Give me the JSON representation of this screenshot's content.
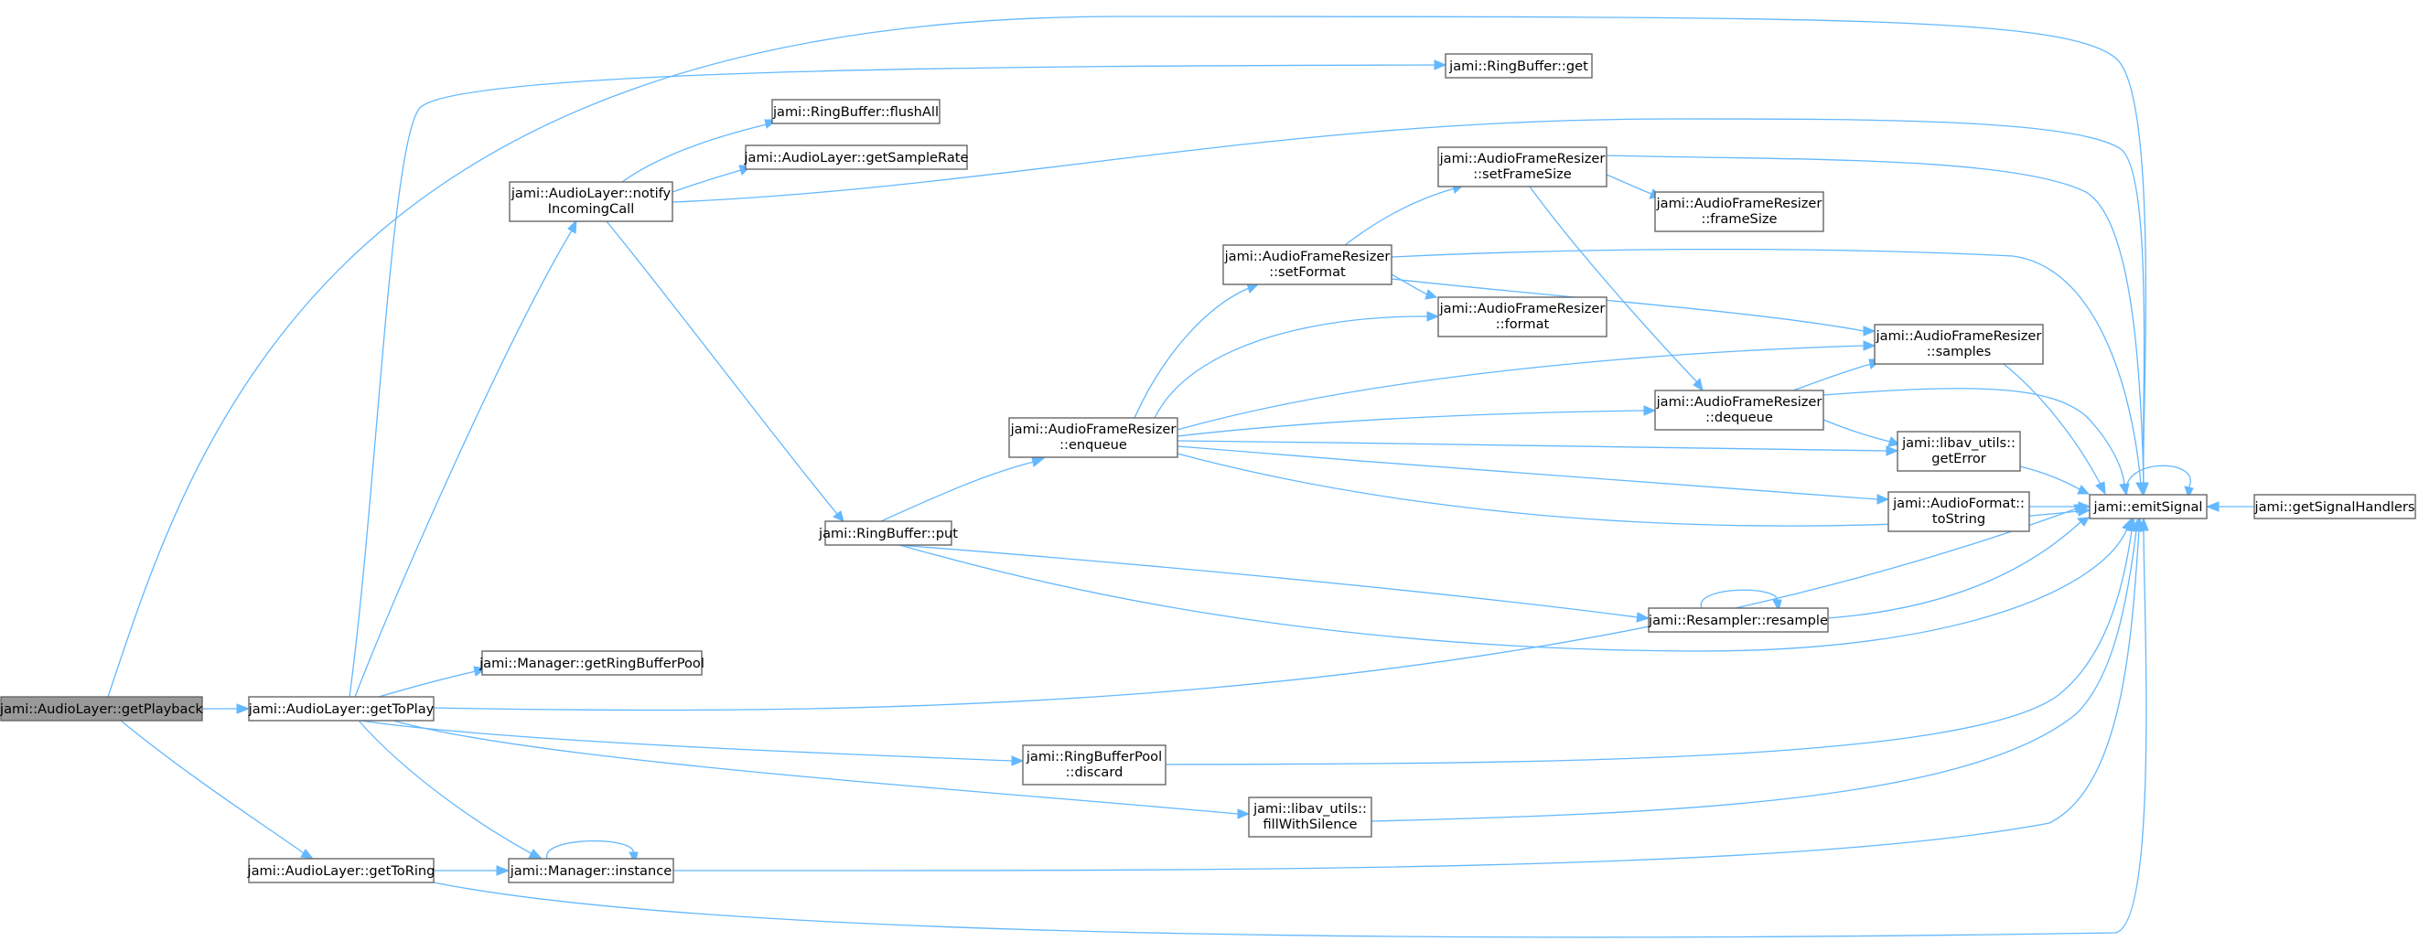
{
  "diagram": {
    "type": "call-graph",
    "colors": {
      "edge": "#63b8ff",
      "node_border": "#666666",
      "node_fill": "#ffffff",
      "root_fill": "#999999"
    },
    "nodes": [
      {
        "id": "getPlayback",
        "lines": [
          "jami::AudioLayer::getPlayback"
        ],
        "root": true
      },
      {
        "id": "getToPlay",
        "lines": [
          "jami::AudioLayer::getToPlay"
        ]
      },
      {
        "id": "getToRing",
        "lines": [
          "jami::AudioLayer::getToRing"
        ]
      },
      {
        "id": "getRingBufferPool",
        "lines": [
          "jami::Manager::getRingBufferPool"
        ]
      },
      {
        "id": "notifyIncomingCall",
        "lines": [
          "jami::AudioLayer::notify",
          "IncomingCall"
        ]
      },
      {
        "id": "flushAll",
        "lines": [
          "jami::RingBuffer::flushAll"
        ]
      },
      {
        "id": "getSampleRate",
        "lines": [
          "jami::AudioLayer::getSampleRate"
        ]
      },
      {
        "id": "rbGet",
        "lines": [
          "jami::RingBuffer::get"
        ]
      },
      {
        "id": "rbPut",
        "lines": [
          "jami::RingBuffer::put"
        ]
      },
      {
        "id": "managerInstance",
        "lines": [
          "jami::Manager::instance"
        ]
      },
      {
        "id": "enqueue",
        "lines": [
          "jami::AudioFrameResizer",
          "::enqueue"
        ]
      },
      {
        "id": "setFormat",
        "lines": [
          "jami::AudioFrameResizer",
          "::setFormat"
        ]
      },
      {
        "id": "setFrameSize",
        "lines": [
          "jami::AudioFrameResizer",
          "::setFrameSize"
        ]
      },
      {
        "id": "format",
        "lines": [
          "jami::AudioFrameResizer",
          "::format"
        ]
      },
      {
        "id": "frameSize",
        "lines": [
          "jami::AudioFrameResizer",
          "::frameSize"
        ]
      },
      {
        "id": "dequeue",
        "lines": [
          "jami::AudioFrameResizer",
          "::dequeue"
        ]
      },
      {
        "id": "samples",
        "lines": [
          "jami::AudioFrameResizer",
          "::samples"
        ]
      },
      {
        "id": "getError",
        "lines": [
          "jami::libav_utils::",
          "getError"
        ]
      },
      {
        "id": "toString",
        "lines": [
          "jami::AudioFormat::",
          "toString"
        ]
      },
      {
        "id": "resample",
        "lines": [
          "jami::Resampler::resample"
        ]
      },
      {
        "id": "discard",
        "lines": [
          "jami::RingBufferPool",
          "::discard"
        ]
      },
      {
        "id": "fillWithSilence",
        "lines": [
          "jami::libav_utils::",
          "fillWithSilence"
        ]
      },
      {
        "id": "emitSignal",
        "lines": [
          "jami::emitSignal"
        ]
      },
      {
        "id": "getSignalHandlers",
        "lines": [
          "jami::getSignalHandlers"
        ]
      }
    ],
    "edges": [
      {
        "from": "getPlayback",
        "to": "emitSignal"
      },
      {
        "from": "getPlayback",
        "to": "getToPlay"
      },
      {
        "from": "getPlayback",
        "to": "getToRing"
      },
      {
        "from": "getToPlay",
        "to": "rbGet"
      },
      {
        "from": "getToPlay",
        "to": "notifyIncomingCall"
      },
      {
        "from": "getToPlay",
        "to": "getRingBufferPool"
      },
      {
        "from": "getToPlay",
        "to": "emitSignal"
      },
      {
        "from": "getToPlay",
        "to": "discard"
      },
      {
        "from": "getToPlay",
        "to": "fillWithSilence"
      },
      {
        "from": "getToPlay",
        "to": "managerInstance"
      },
      {
        "from": "getToRing",
        "to": "managerInstance"
      },
      {
        "from": "getToRing",
        "to": "emitSignal"
      },
      {
        "from": "notifyIncomingCall",
        "to": "flushAll"
      },
      {
        "from": "notifyIncomingCall",
        "to": "getSampleRate"
      },
      {
        "from": "notifyIncomingCall",
        "to": "emitSignal"
      },
      {
        "from": "notifyIncomingCall",
        "to": "rbPut"
      },
      {
        "from": "rbGet",
        "to": "emitSignal"
      },
      {
        "from": "rbPut",
        "to": "enqueue"
      },
      {
        "from": "rbPut",
        "to": "resample"
      },
      {
        "from": "rbPut",
        "to": "emitSignal"
      },
      {
        "from": "enqueue",
        "to": "setFormat"
      },
      {
        "from": "enqueue",
        "to": "format"
      },
      {
        "from": "enqueue",
        "to": "samples"
      },
      {
        "from": "enqueue",
        "to": "dequeue"
      },
      {
        "from": "enqueue",
        "to": "getError"
      },
      {
        "from": "enqueue",
        "to": "toString"
      },
      {
        "from": "enqueue",
        "to": "emitSignal"
      },
      {
        "from": "setFormat",
        "to": "setFrameSize"
      },
      {
        "from": "setFormat",
        "to": "format"
      },
      {
        "from": "setFormat",
        "to": "samples"
      },
      {
        "from": "setFormat",
        "to": "emitSignal"
      },
      {
        "from": "setFrameSize",
        "to": "frameSize"
      },
      {
        "from": "setFrameSize",
        "to": "dequeue"
      },
      {
        "from": "setFrameSize",
        "to": "emitSignal"
      },
      {
        "from": "dequeue",
        "to": "samples"
      },
      {
        "from": "dequeue",
        "to": "getError"
      },
      {
        "from": "dequeue",
        "to": "emitSignal"
      },
      {
        "from": "samples",
        "to": "emitSignal"
      },
      {
        "from": "getError",
        "to": "emitSignal"
      },
      {
        "from": "toString",
        "to": "emitSignal"
      },
      {
        "from": "resample",
        "to": "resample"
      },
      {
        "from": "resample",
        "to": "emitSignal"
      },
      {
        "from": "discard",
        "to": "emitSignal"
      },
      {
        "from": "fillWithSilence",
        "to": "emitSignal"
      },
      {
        "from": "managerInstance",
        "to": "managerInstance"
      },
      {
        "from": "managerInstance",
        "to": "emitSignal"
      },
      {
        "from": "emitSignal",
        "to": "emitSignal"
      },
      {
        "from": "getSignalHandlers",
        "to": "emitSignal"
      }
    ]
  }
}
